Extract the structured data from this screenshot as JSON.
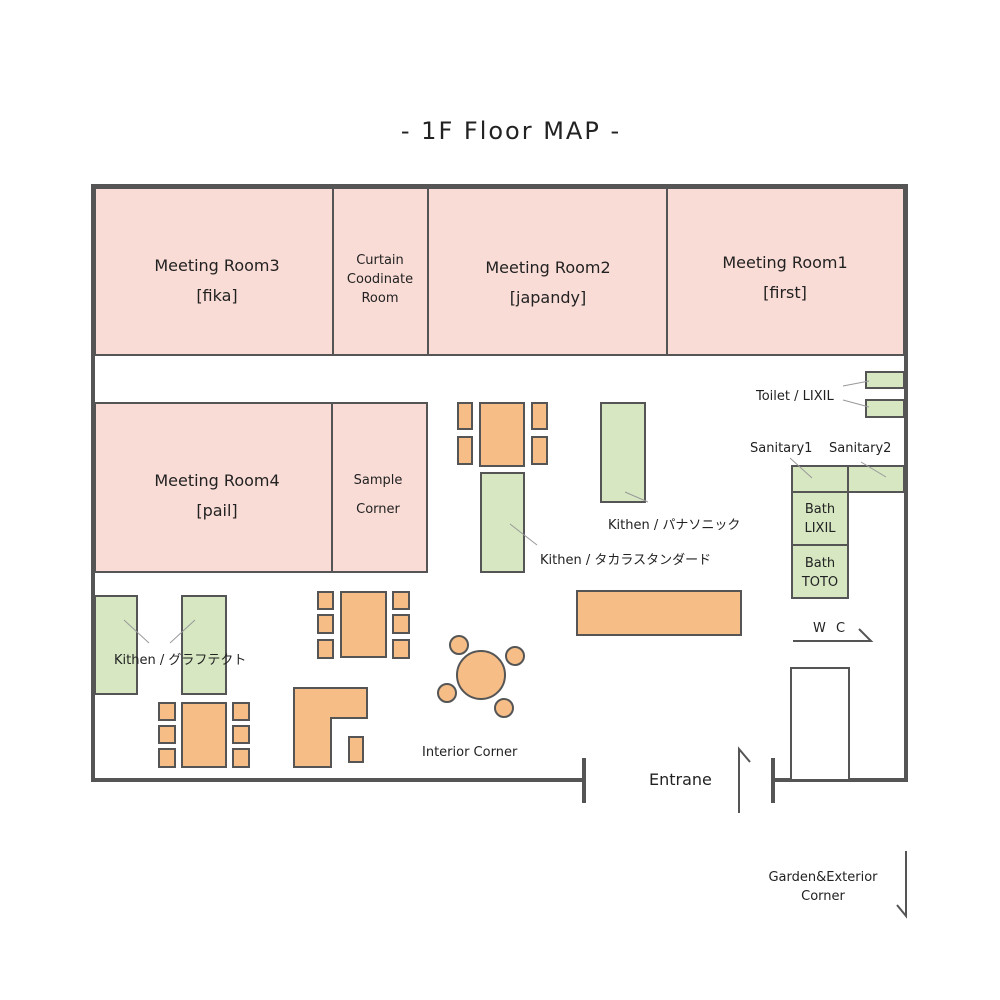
{
  "title": "- 1F Floor MAP -",
  "colors": {
    "room": "#fadcd6",
    "kitchen_bath": "#d6e7c2",
    "furniture": "#f6be86",
    "wall": "#555555"
  },
  "rooms": {
    "meeting_room3": {
      "line1": "Meeting Room3",
      "line2": "[fika]"
    },
    "curtain_room": {
      "line1": "Curtain",
      "line2": "Coodinate",
      "line3": "Room"
    },
    "meeting_room2": {
      "line1": "Meeting Room2",
      "line2": "[japandy]"
    },
    "meeting_room1": {
      "line1": "Meeting Room1",
      "line2": "[first]"
    },
    "meeting_room4": {
      "line1": "Meeting Room4",
      "line2": "[pail]"
    },
    "sample_corner": {
      "line1": "Sample",
      "line2": "Corner"
    }
  },
  "labels": {
    "toilet": "Toilet / LIXIL",
    "sanitary1": "Sanitary1",
    "sanitary2": "Sanitary2",
    "bath_lixil": {
      "line1": "Bath",
      "line2": "LIXIL"
    },
    "bath_toto": {
      "line1": "Bath",
      "line2": "TOTO"
    },
    "wc": "W C",
    "kitchen_panasonic": "Kithen / パナソニック",
    "kitchen_takara": "Kithen / タカラスタンダード",
    "kitchen_graftekt": "Kithen / グラフテクト",
    "interior_corner": "Interior Corner",
    "entrance": "Entrane",
    "garden": {
      "line1": "Garden&Exterior",
      "line2": "Corner"
    }
  }
}
